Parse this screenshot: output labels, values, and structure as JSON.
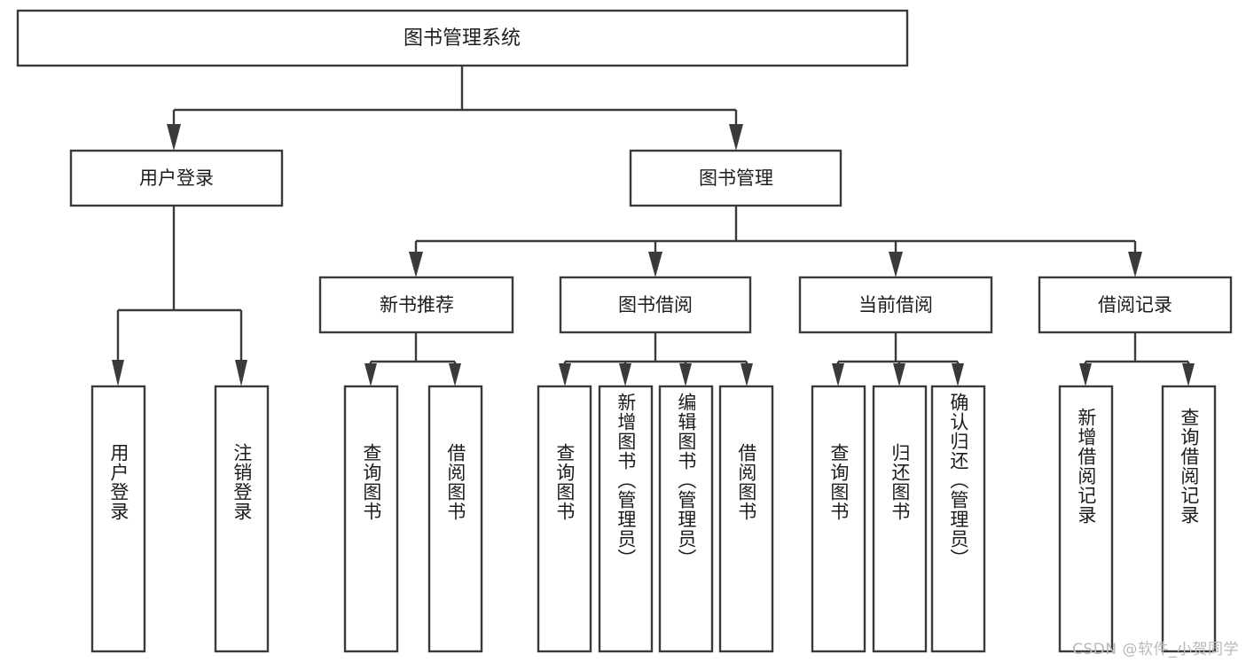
{
  "diagram": {
    "type": "hierarchy-tree",
    "title": "图书管理系统",
    "watermark": "CSDN @软件_小贺同学",
    "colors": {
      "box_stroke": "#3a3a3a",
      "box_fill": "#ffffff",
      "text": "#1c1c1c",
      "background": "#ffffff",
      "watermark": "#b9b9b9"
    },
    "root": {
      "id": "root",
      "label": "图书管理系统"
    },
    "level2": [
      {
        "id": "user-login",
        "label": "用户登录"
      },
      {
        "id": "book-management",
        "label": "图书管理"
      }
    ],
    "level3": [
      {
        "id": "new-book-recommend",
        "label": "新书推荐",
        "parent": "book-management"
      },
      {
        "id": "book-borrow",
        "label": "图书借阅",
        "parent": "book-management"
      },
      {
        "id": "current-borrow",
        "label": "当前借阅",
        "parent": "book-management"
      },
      {
        "id": "borrow-record",
        "label": "借阅记录",
        "parent": "book-management"
      }
    ],
    "leaves": {
      "user-login": [
        {
          "id": "leaf-user-login",
          "label": "用户登录"
        },
        {
          "id": "leaf-user-logout",
          "label": "注销登录"
        }
      ],
      "new-book-recommend": [
        {
          "id": "leaf-query-book-1",
          "label": "查询图书"
        },
        {
          "id": "leaf-borrow-book-1",
          "label": "借阅图书"
        }
      ],
      "book-borrow": [
        {
          "id": "leaf-query-book-2",
          "label": "查询图书"
        },
        {
          "id": "leaf-add-book",
          "label": "新增图书（管理员）"
        },
        {
          "id": "leaf-edit-book",
          "label": "编辑图书（管理员）"
        },
        {
          "id": "leaf-borrow-book-2",
          "label": "借阅图书"
        }
      ],
      "current-borrow": [
        {
          "id": "leaf-query-book-3",
          "label": "查询图书"
        },
        {
          "id": "leaf-return-book",
          "label": "归还图书"
        },
        {
          "id": "leaf-confirm-return",
          "label": "确认归还（管理员）"
        }
      ],
      "borrow-record": [
        {
          "id": "leaf-add-record",
          "label": "新增借阅记录"
        },
        {
          "id": "leaf-query-record",
          "label": "查询借阅记录"
        }
      ]
    }
  }
}
